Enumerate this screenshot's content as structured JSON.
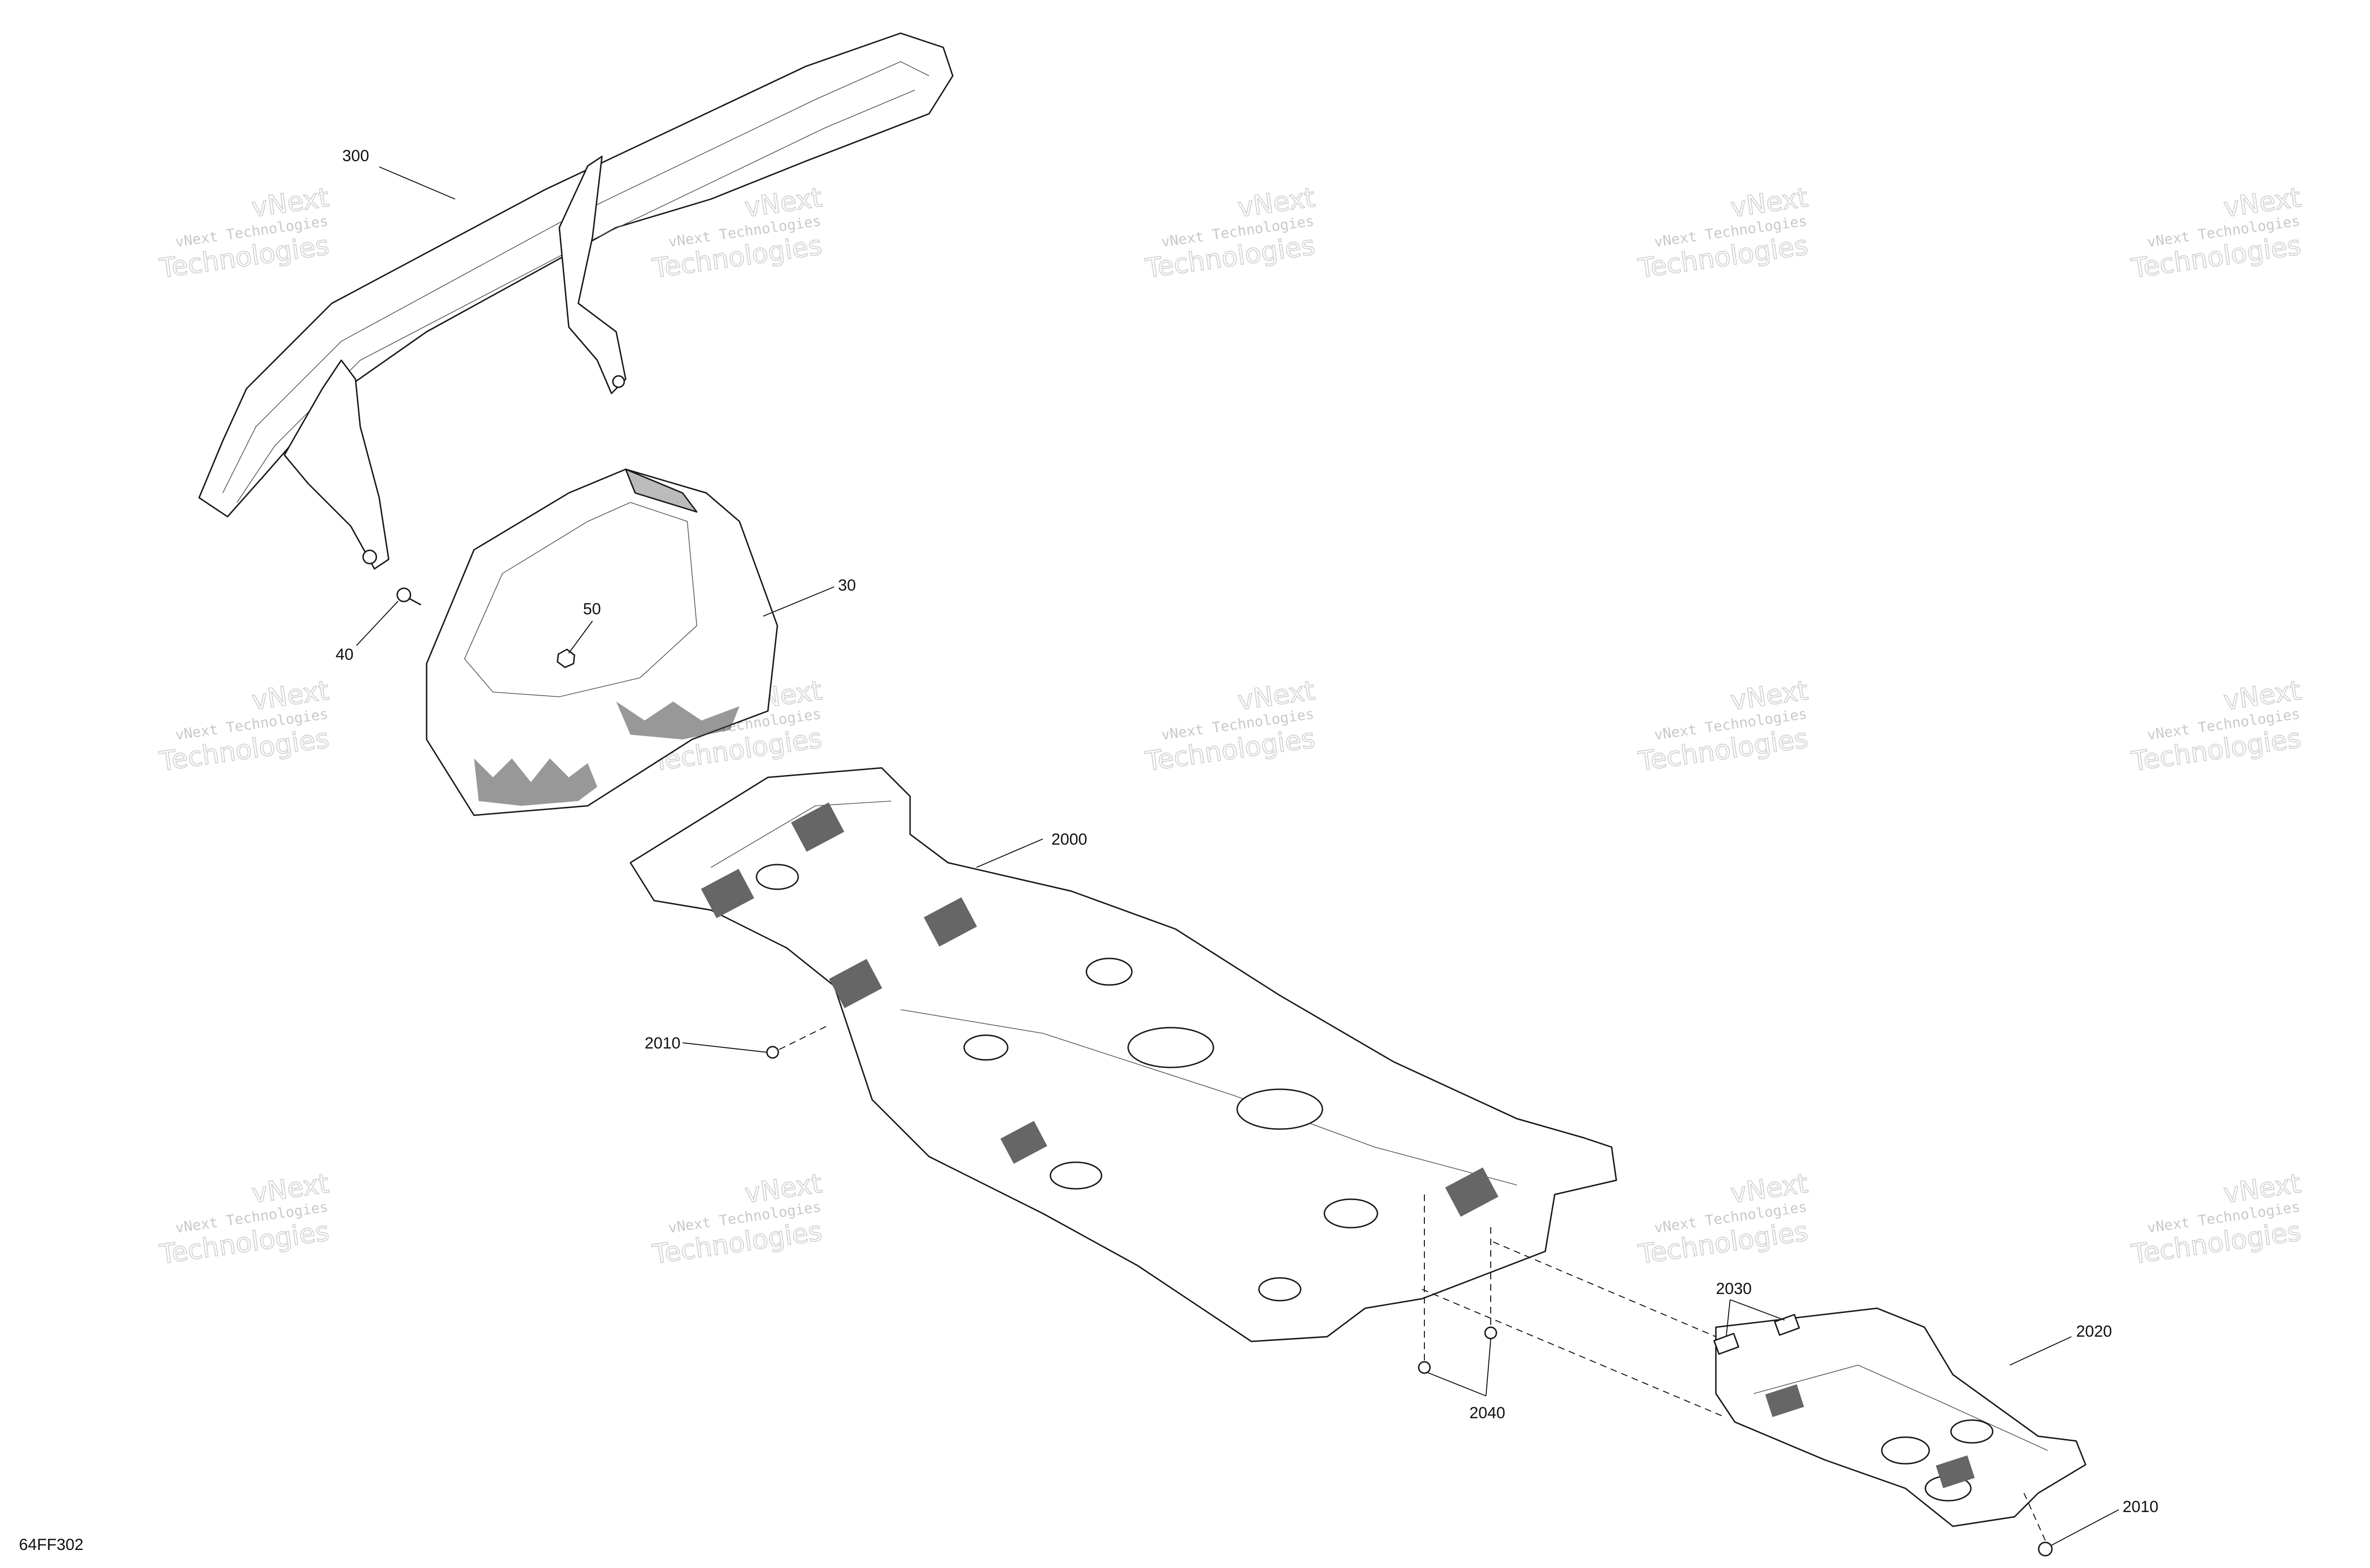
{
  "figure": {
    "code": "64FF302"
  },
  "watermark": {
    "line1": "vNext Technologies",
    "line2": "Technologies",
    "logo_letters": "vNext"
  },
  "callouts": [
    {
      "id": "300",
      "label": "300"
    },
    {
      "id": "30",
      "label": "30"
    },
    {
      "id": "50",
      "label": "50"
    },
    {
      "id": "40",
      "label": "40"
    },
    {
      "id": "2000",
      "label": "2000"
    },
    {
      "id": "2010a",
      "label": "2010"
    },
    {
      "id": "2030",
      "label": "2030"
    },
    {
      "id": "2020",
      "label": "2020"
    },
    {
      "id": "2040",
      "label": "2040"
    },
    {
      "id": "2010b",
      "label": "2010"
    }
  ]
}
